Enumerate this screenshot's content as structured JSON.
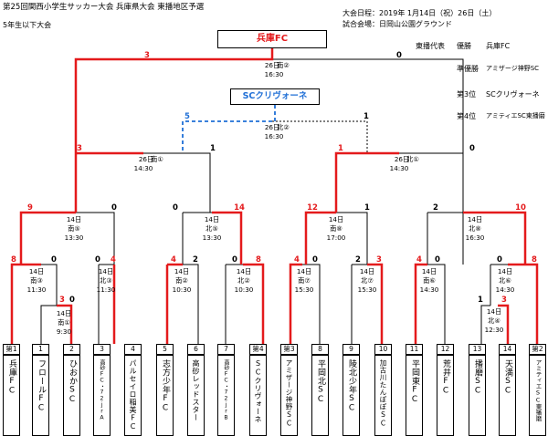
{
  "header": {
    "title": "第25回関西小学生サッカー大会 兵庫県大会 東播地区予選",
    "subtitle": "5年生以下大会",
    "dates": "大会日程：2019年 1月14日（祝）26日（土）",
    "venue": "試合会場：日岡山公園グラウンド"
  },
  "champion_box": "兵庫FC",
  "third_box": "SCクリヴォーネ",
  "results": {
    "heading": "東播代表",
    "winner_label": "優勝",
    "winner": "兵庫FC",
    "runner_up_label": "準優勝",
    "runner_up": "アミザージ神野SC",
    "third_label": "第3位",
    "third": "SCクリヴォーネ",
    "fourth_label": "第4位",
    "fourth": "アミティエSC東播磨"
  },
  "matches": [
    {
      "id": "final",
      "day": "26日",
      "court": "南②",
      "time": "16:30"
    },
    {
      "id": "third_place",
      "day": "26日",
      "court": "北②",
      "time": "16:30"
    },
    {
      "id": "sf_left",
      "day": "26日",
      "court": "南①",
      "time": "14:30"
    },
    {
      "id": "sf_right",
      "day": "26日",
      "court": "北①",
      "time": "14:30"
    },
    {
      "id": "qf1",
      "day": "14日",
      "court": "南⑤",
      "time": "13:30"
    },
    {
      "id": "qf2",
      "day": "14日",
      "court": "北⑤",
      "time": "13:30"
    },
    {
      "id": "qf3",
      "day": "14日",
      "court": "南⑧",
      "time": "17:00"
    },
    {
      "id": "qf4",
      "day": "14日",
      "court": "北⑧",
      "time": "16:30"
    },
    {
      "id": "r2_1",
      "day": "14日",
      "court": "南③",
      "time": "11:30"
    },
    {
      "id": "r2_2",
      "day": "14日",
      "court": "北③",
      "time": "11:30"
    },
    {
      "id": "r2_3",
      "day": "14日",
      "court": "南②",
      "time": "10:30"
    },
    {
      "id": "r2_4",
      "day": "14日",
      "court": "北②",
      "time": "10:30"
    },
    {
      "id": "r2_5",
      "day": "14日",
      "court": "南⑦",
      "time": "15:30"
    },
    {
      "id": "r2_6",
      "day": "14日",
      "court": "北⑦",
      "time": "15:30"
    },
    {
      "id": "r2_7",
      "day": "14日",
      "court": "南⑥",
      "time": "14:30"
    },
    {
      "id": "r2_8",
      "day": "14日",
      "court": "北⑥",
      "time": "14:30"
    },
    {
      "id": "r1_1",
      "day": "14日",
      "court": "南①",
      "time": "9:30"
    },
    {
      "id": "r1_2",
      "day": "14日",
      "court": "北④",
      "time": "12:30"
    }
  ],
  "scores": {
    "final_l": "3",
    "final_r": "0",
    "third_l": "5",
    "third_r": "1",
    "sf_l_l": "3",
    "sf_l_r": "1",
    "sf_r_l": "1",
    "sf_r_r": "0",
    "qf1_l": "9",
    "qf1_r": "0",
    "qf2_l": "0",
    "qf2_r": "14",
    "qf3_l": "12",
    "qf3_r": "1",
    "qf4_l": "2",
    "qf4_r": "10",
    "r2_1_l": "8",
    "r2_1_r": "0",
    "r2_2_l": "0",
    "r2_2_r": "4",
    "r2_3_l": "4",
    "r2_3_r": "2",
    "r2_4_l": "0",
    "r2_4_r": "8",
    "r2_5_l": "4",
    "r2_5_r": "0",
    "r2_6_l": "2",
    "r2_6_r": "3",
    "r2_7_l": "4",
    "r2_7_r": "0",
    "r2_8_l": "0",
    "r2_8_r": "8",
    "r1_1_l": "3",
    "r1_1_r": "0",
    "r1_2_l": "1",
    "r1_2_r": "3"
  },
  "teams": [
    {
      "seed": "第1",
      "name": "兵庫FC"
    },
    {
      "seed": "1",
      "name": "フロールFC"
    },
    {
      "seed": "2",
      "name": "ひおかSC"
    },
    {
      "seed": "3",
      "name": "高砂FC・72jrA"
    },
    {
      "seed": "4",
      "name": "パルセイロ稲美FC"
    },
    {
      "seed": "5",
      "name": "志方少年FC"
    },
    {
      "seed": "6",
      "name": "高砂レッドスター"
    },
    {
      "seed": "7",
      "name": "高砂FC・72jrB"
    },
    {
      "seed": "第4",
      "name": "SCクリヴォーネ"
    },
    {
      "seed": "第3",
      "name": "アミザージ神野SC"
    },
    {
      "seed": "8",
      "name": "平岡北SC"
    },
    {
      "seed": "9",
      "name": "陵北少年SC"
    },
    {
      "seed": "10",
      "name": "加古川たんぽぽSC"
    },
    {
      "seed": "11",
      "name": "平岡東FC"
    },
    {
      "seed": "12",
      "name": "荒井FC"
    },
    {
      "seed": "13",
      "name": "播磨SC"
    },
    {
      "seed": "14",
      "name": "天満SC"
    },
    {
      "seed": "第2",
      "name": "アミティエSC東播磨"
    }
  ],
  "colors": {
    "winner_line": "#e41a1c",
    "third_line": "#1f6fd6",
    "line": "#000000"
  }
}
